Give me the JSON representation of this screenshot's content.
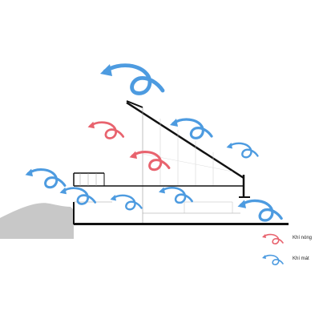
{
  "diagram": {
    "colors": {
      "hot": "#e8636e",
      "cool": "#4d9be0",
      "structure": "#111111",
      "ground": "#c8c8c8",
      "line": "#bbbbbb"
    },
    "legend": {
      "hot_label": "Khí nóng",
      "cool_label": "Khí mát"
    },
    "arrows": [
      {
        "kind": "cool",
        "icon": "swirl-arrow-icon"
      },
      {
        "kind": "cool",
        "icon": "swirl-arrow-icon"
      },
      {
        "kind": "cool",
        "icon": "swirl-arrow-icon"
      },
      {
        "kind": "cool",
        "icon": "swirl-arrow-icon"
      },
      {
        "kind": "cool",
        "icon": "swirl-arrow-icon"
      },
      {
        "kind": "cool",
        "icon": "swirl-arrow-icon"
      },
      {
        "kind": "cool",
        "icon": "swirl-arrow-icon"
      },
      {
        "kind": "hot",
        "icon": "swirl-arrow-icon"
      },
      {
        "kind": "hot",
        "icon": "swirl-arrow-icon"
      }
    ]
  }
}
